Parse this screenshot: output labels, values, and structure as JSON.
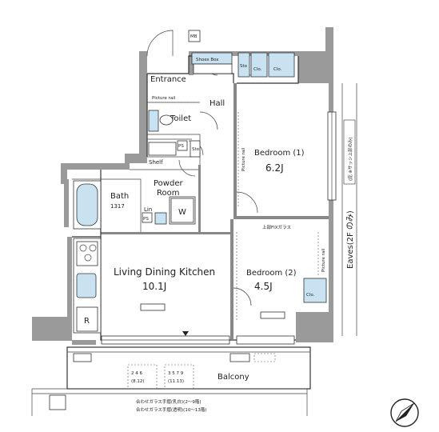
{
  "rooms": {
    "entrance": "Entrance",
    "hall": "Hall",
    "toilet": "Toilet",
    "powder_room_line1": "Powder",
    "powder_room_line2": "Room",
    "bath_line1": "Bath",
    "bath_line2": "1317",
    "ldk_name": "Living Dining Kitchen",
    "ldk_size": "10.1J",
    "bedroom1_name": "Bedroom (1)",
    "bedroom1_size": "6.2J",
    "bedroom2_name": "Bedroom (2)",
    "bedroom2_size": "4.5J",
    "balcony": "Balcony"
  },
  "fixtures": {
    "shoes_box": "Shoes Box",
    "picture_rail": "Picture rail",
    "picture_rail_b1": "Picture rail",
    "picture_rail_b2": "Picture rail",
    "shelf": "Shelf",
    "lin": "Lin",
    "ps": "PS",
    "ps2": "PS",
    "sto": "Sto",
    "sto2": "Sto",
    "clo1": "Clo.",
    "clo2": "Clo.",
    "clo3": "Clo.",
    "washer": "W",
    "fridge": "R",
    "mb": "MB",
    "fix_glass": "上部FIXガラス",
    "eaves_side": "Eaves(2F のみ)",
    "eaves_small": "(庇 ※サッシ上部のみ)",
    "balcony_unit_a_line1": "2 4 6",
    "balcony_unit_a_line2": "(8.12)",
    "balcony_unit_b_line1": "3 5 7 9",
    "balcony_unit_b_line2": "(11.13)",
    "glass_note1": "合わせガラス手摺(乳白)(2〜9階)",
    "glass_note2": "合わせガラス手摺(透明)(10〜13階)"
  },
  "colors": {
    "wall": "#9a9a9a",
    "fixture_blue": "#c9e2f2",
    "line": "#333333"
  },
  "icons": {
    "compass": "north-arrow-icon"
  }
}
